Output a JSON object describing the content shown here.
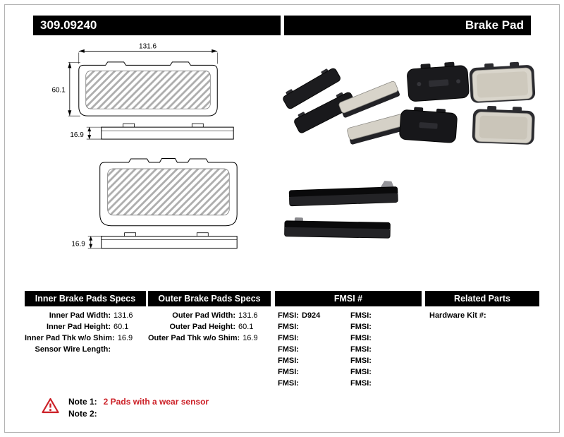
{
  "header": {
    "part_number": "309.09240",
    "title": "Brake Pad"
  },
  "drawings": {
    "pad_width": "131.6",
    "pad_height": "60.1",
    "thickness_side1": "16.9",
    "thickness_side2": "16.9"
  },
  "specs": {
    "inner": {
      "header": "Inner Brake Pads Specs",
      "rows": [
        {
          "label": "Inner Pad Width:",
          "value": "131.6"
        },
        {
          "label": "Inner Pad Height:",
          "value": "60.1"
        },
        {
          "label": "Inner Pad Thk w/o Shim:",
          "value": "16.9"
        },
        {
          "label": "Sensor Wire Length:",
          "value": ""
        }
      ]
    },
    "outer": {
      "header": "Outer Brake Pads Specs",
      "rows": [
        {
          "label": "Outer Pad Width:",
          "value": "131.6"
        },
        {
          "label": "Outer Pad Height:",
          "value": "60.1"
        },
        {
          "label": "Outer Pad Thk w/o Shim:",
          "value": "16.9"
        }
      ]
    },
    "fmsi": {
      "header": "FMSI #",
      "rows": [
        {
          "l1": "FMSI:",
          "v1": "D924",
          "l2": "FMSI:",
          "v2": ""
        },
        {
          "l1": "FMSI:",
          "v1": "",
          "l2": "FMSI:",
          "v2": ""
        },
        {
          "l1": "FMSI:",
          "v1": "",
          "l2": "FMSI:",
          "v2": ""
        },
        {
          "l1": "FMSI:",
          "v1": "",
          "l2": "FMSI:",
          "v2": ""
        },
        {
          "l1": "FMSI:",
          "v1": "",
          "l2": "FMSI:",
          "v2": ""
        },
        {
          "l1": "FMSI:",
          "v1": "",
          "l2": "FMSI:",
          "v2": ""
        },
        {
          "l1": "FMSI:",
          "v1": "",
          "l2": "FMSI:",
          "v2": ""
        }
      ]
    },
    "related": {
      "header": "Related Parts",
      "rows": [
        {
          "label": "Hardware Kit #:",
          "value": ""
        }
      ]
    }
  },
  "notes": {
    "note1_label": "Note 1:",
    "note1_text": "2 Pads with a wear sensor",
    "note2_label": "Note 2:",
    "note2_text": ""
  },
  "colors": {
    "header_bg": "#000000",
    "accent_red": "#cc2027"
  }
}
